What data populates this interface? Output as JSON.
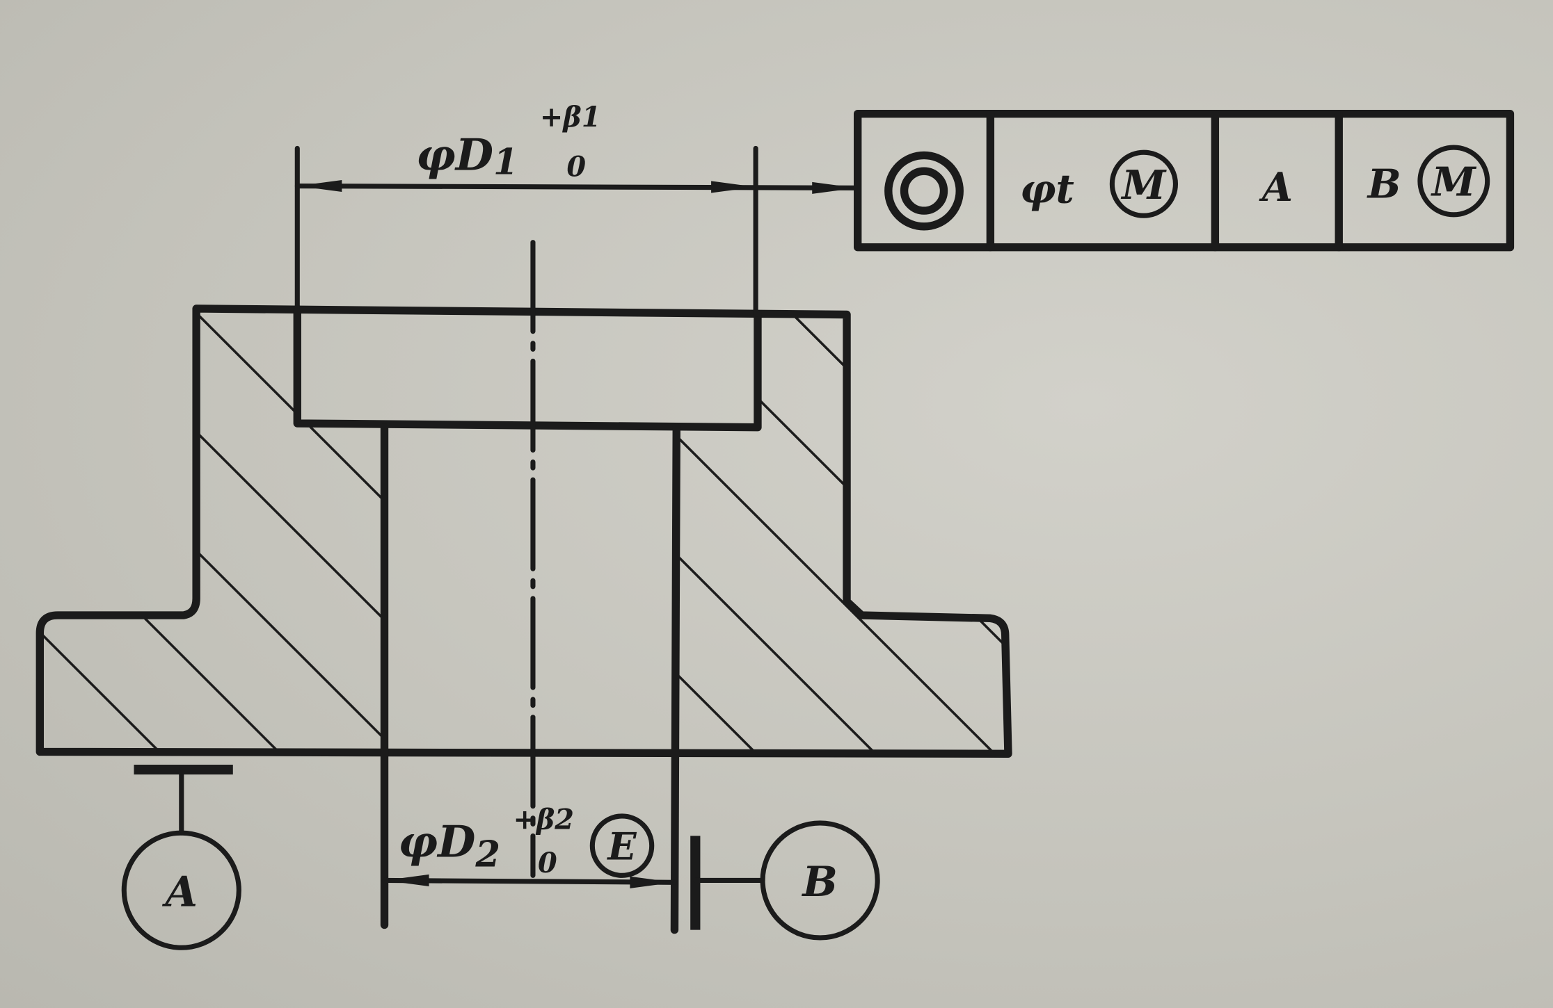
{
  "dimensions": {
    "d1": {
      "symbol": "φ",
      "label": "D",
      "sub": "1",
      "upper_tol": "+β1",
      "lower_tol": "0"
    },
    "d2": {
      "symbol": "φ",
      "label": "D",
      "sub": "2",
      "upper_tol": "+β2",
      "lower_tol": "0",
      "modifier": "E"
    }
  },
  "feature_control_frame": {
    "characteristic_icon": "concentricity-icon",
    "tolerance": "φt",
    "tolerance_modifier": "M",
    "primary_datum": "A",
    "secondary_datum": "B",
    "secondary_modifier": "M"
  },
  "datums": {
    "a": "A",
    "b": "B"
  },
  "colors": {
    "ink": "#1b1b1b",
    "paper": "#c6c5bd"
  }
}
